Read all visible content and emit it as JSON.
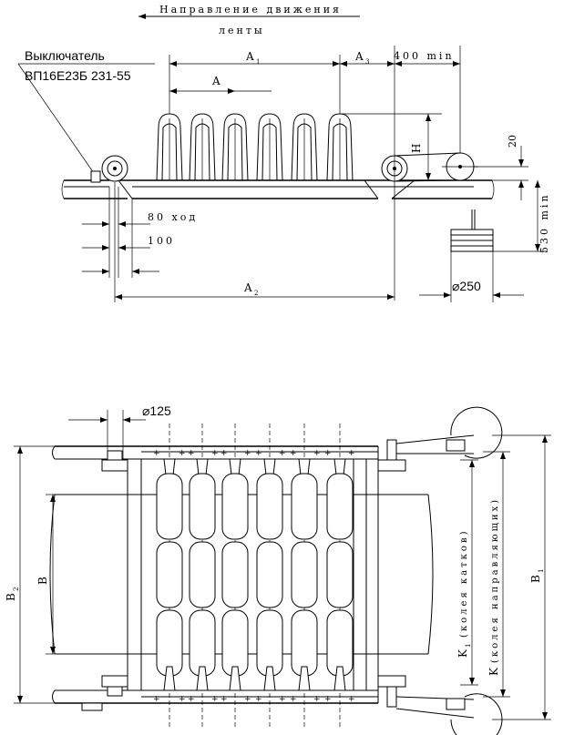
{
  "top_view": {
    "direction_line1": "Направление движения",
    "direction_line2": "ленты",
    "switch_label_line1": "Выключатель",
    "switch_label_line2": "ВП16Е23Б 231-55",
    "dim_A1": "A",
    "dim_A1_sub": "1",
    "dim_A3": "A",
    "dim_A3_sub": "3",
    "dim_400": "400 min",
    "dim_A": "A",
    "dim_H": "H",
    "dim_20": "20",
    "dim_530": "530 min",
    "dim_80": "80 ход",
    "dim_100": "100",
    "dim_A2": "A",
    "dim_A2_sub": "2",
    "dim_250": "⌀250"
  },
  "plan_view": {
    "dim_125": "⌀125",
    "dim_B2": "B",
    "dim_B2_sub": "2",
    "dim_B": "B",
    "dim_B1": "B",
    "dim_B1_sub": "1",
    "dim_K1": "K",
    "dim_K1_sub": "1",
    "dim_K1_note": "(колея катков)",
    "dim_K": "K",
    "dim_K_note": "(колея направляющих)"
  }
}
